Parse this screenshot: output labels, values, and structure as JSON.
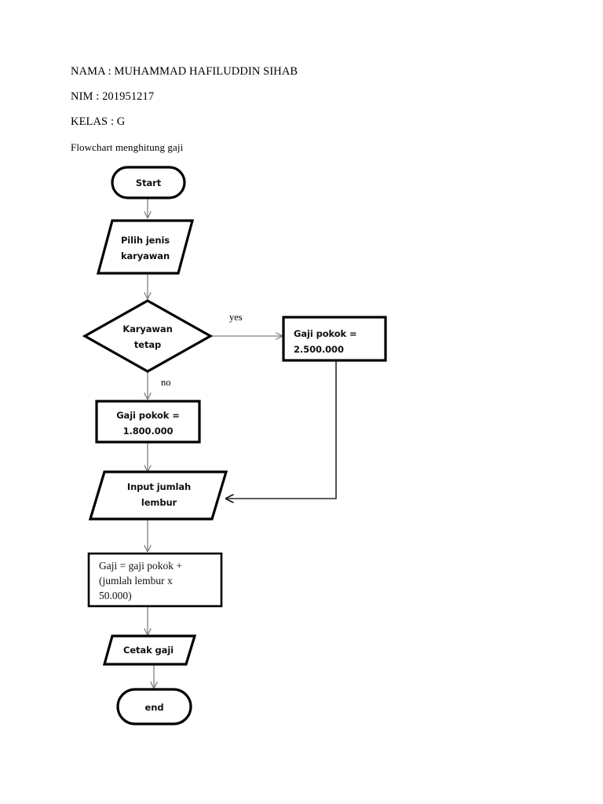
{
  "document": {
    "header_lines": [
      "NAMA : MUHAMMAD HAFILUDDIN SIHAB",
      "NIM : 201951217",
      "KELAS : G"
    ],
    "subtitle": "Flowchart menghitung gaji"
  },
  "flowchart": {
    "title": "Flowchart menghitung gaji",
    "colors": {
      "shape_stroke": "#000000",
      "connector_stroke": "#7f7f7f",
      "fill": "#ffffff",
      "text": "#111111"
    },
    "nodes": [
      {
        "id": "start",
        "type": "terminator",
        "label": "Start"
      },
      {
        "id": "pilih",
        "type": "parallelogram",
        "label_line1": "Pilih jenis",
        "label_line2": "karyawan"
      },
      {
        "id": "karyawan",
        "type": "decision",
        "label_line1": "Karyawan",
        "label_line2": "tetap"
      },
      {
        "id": "gaji_tetap",
        "type": "process",
        "label_line1": "Gaji pokok =",
        "label_line2": "2.500.000"
      },
      {
        "id": "gaji_tidak",
        "type": "process",
        "label_line1": "Gaji pokok =",
        "label_line2": "1.800.000"
      },
      {
        "id": "lembur",
        "type": "parallelogram",
        "label_line1": "Input jumlah",
        "label_line2": "lembur"
      },
      {
        "id": "rumus",
        "type": "process",
        "label_line1": "Gaji = gaji pokok +",
        "label_line2": "(jumlah lembur x",
        "label_line3": "50.000)"
      },
      {
        "id": "cetak",
        "type": "parallelogram",
        "label": "Cetak gaji"
      },
      {
        "id": "end",
        "type": "terminator",
        "label": "end"
      }
    ],
    "edges": [
      {
        "from": "start",
        "to": "pilih",
        "label": ""
      },
      {
        "from": "pilih",
        "to": "karyawan",
        "label": ""
      },
      {
        "from": "karyawan",
        "to": "gaji_tetap",
        "label": "yes"
      },
      {
        "from": "karyawan",
        "to": "gaji_tidak",
        "label": "no"
      },
      {
        "from": "gaji_tidak",
        "to": "lembur",
        "label": ""
      },
      {
        "from": "gaji_tetap",
        "to": "lembur",
        "label": ""
      },
      {
        "from": "lembur",
        "to": "rumus",
        "label": ""
      },
      {
        "from": "rumus",
        "to": "cetak",
        "label": ""
      },
      {
        "from": "cetak",
        "to": "end",
        "label": ""
      }
    ]
  }
}
